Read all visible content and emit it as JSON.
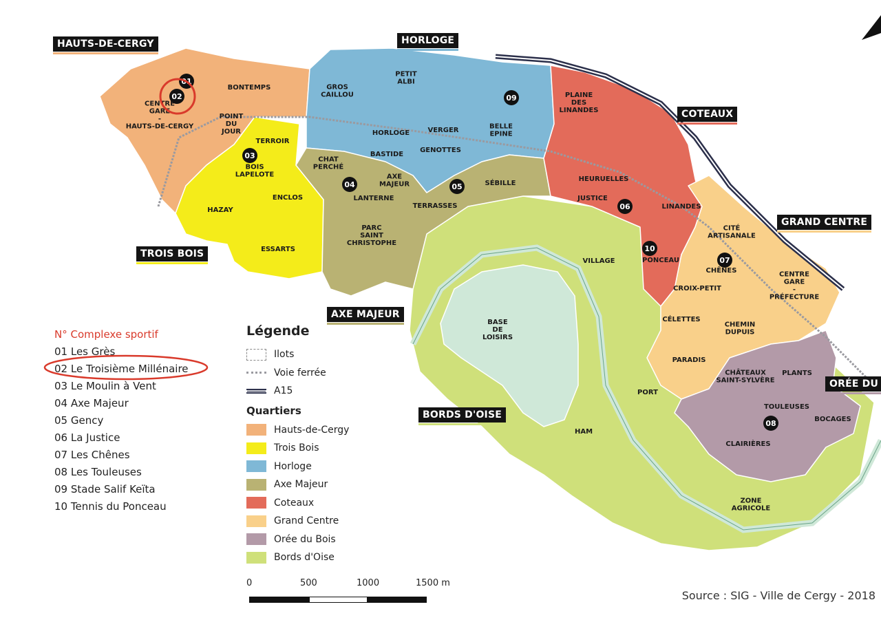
{
  "regions": [
    {
      "name": "HAUTS-DE-CERGY",
      "color": "#f2b27a"
    },
    {
      "name": "HORLOGE",
      "color": "#7fb8d6"
    },
    {
      "name": "COTEAUX",
      "color": "#e36b5a"
    },
    {
      "name": "GRAND CENTRE",
      "color": "#f9d08a"
    },
    {
      "name": "TROIS BOIS",
      "color": "#f4ec1a"
    },
    {
      "name": "AXE MAJEUR",
      "color": "#b9b273"
    },
    {
      "name": "BORDS D'OISE",
      "color": "#cfe07a"
    },
    {
      "name": "ORÉE DU B",
      "color": "#b39aa8"
    }
  ],
  "quarters": [
    "BONTEMPS",
    "CENTRE GARE - HAUTS-DE-CERGY",
    "POINT DU JOUR",
    "GROS CAILLOU",
    "PETIT ALBI",
    "HORLOGE",
    "VERGER",
    "BELLE EPINE",
    "BASTIDE",
    "GENOTTES",
    "PLAINE DES LINANDES",
    "TERROIR",
    "BOIS LAPELOTE",
    "HAZAY",
    "ENCLOS",
    "ESSARTS",
    "CHAT PERCHÉ",
    "AXE MAJEUR",
    "LANTERNE",
    "SÉBILLE",
    "TERRASSES",
    "PARC SAINT CHRISTOPHE",
    "HEURUELLES",
    "JUSTICE",
    "LINANDES",
    "CITÉ ARTISANALE",
    "CHÊNES",
    "CENTRE GARE - PRÉFECTURE",
    "PONCEAU",
    "VILLAGE",
    "CROIX-PETIT",
    "CÉLETTES",
    "CHEMIN DUPUIS",
    "PARADIS",
    "CHÂTEAUX SAINT-SYLVÈRE",
    "PLANTS",
    "TOULEUSES",
    "BOCAGES",
    "CLAIRIÈRES",
    "BASE DE LOISIRS",
    "PORT",
    "HAM",
    "ZONE AGRICOLE"
  ],
  "markers": [
    "01",
    "02",
    "03",
    "04",
    "05",
    "06",
    "07",
    "08",
    "09",
    "10"
  ],
  "complexes": {
    "title": "N° Complexe sportif",
    "items": [
      "01 Les Grès",
      "02 Le Troisième Millénaire",
      "03 Le Moulin à Vent",
      "04 Axe Majeur",
      "05 Gency",
      "06 La Justice",
      "07 Les Chênes",
      "08 Les Touleuses",
      "09 Stade Salif Keïta",
      "10 Tennis du Ponceau"
    ],
    "highlighted": "02"
  },
  "legend": {
    "title": "Légende",
    "lines": [
      {
        "label": "Ilots",
        "icon": "dashed-box-icon"
      },
      {
        "label": "Voie ferrée",
        "icon": "railway-line-icon"
      },
      {
        "label": "A15",
        "icon": "highway-line-icon"
      }
    ],
    "quartiers_title": "Quartiers",
    "quartiers": [
      {
        "label": "Hauts-de-Cergy",
        "color": "#f2b27a"
      },
      {
        "label": "Trois Bois",
        "color": "#f4ec1a"
      },
      {
        "label": "Horloge",
        "color": "#7fb8d6"
      },
      {
        "label": "Axe Majeur",
        "color": "#b9b273"
      },
      {
        "label": "Coteaux",
        "color": "#e36b5a"
      },
      {
        "label": "Grand Centre",
        "color": "#f9d08a"
      },
      {
        "label": "Orée du Bois",
        "color": "#b39aa8"
      },
      {
        "label": "Bords d'Oise",
        "color": "#cfe07a"
      }
    ]
  },
  "scale": {
    "ticks": [
      "0",
      "500",
      "1000",
      "1500 m"
    ]
  },
  "source": "Source : SIG - Ville de Cergy - 2018",
  "colors": {
    "highlight": "#d93a2b",
    "water": "#cfe8d8",
    "highway": "#2b2f4a"
  },
  "icons": {
    "north": "north-arrow-icon"
  }
}
